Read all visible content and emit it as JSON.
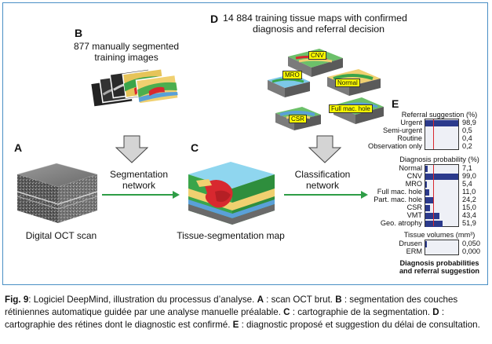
{
  "labels": {
    "A": "A",
    "B": "B",
    "C": "C",
    "D": "D",
    "E": "E"
  },
  "panel_b": {
    "title_line1": "877 manually segmented",
    "title_line2": "training images"
  },
  "panel_d": {
    "title_line1": "14 884 training tissue maps with confirmed",
    "title_line2": "diagnosis and referral decision",
    "tags": [
      "CNV",
      "MRO",
      "Normal",
      "Full mac. hole",
      "CSR"
    ]
  },
  "panel_a": {
    "caption": "Digital OCT scan"
  },
  "panel_c": {
    "caption": "Tissue-segmentation map"
  },
  "arrows": {
    "segmentation_line1": "Segmentation",
    "segmentation_line2": "network",
    "classification_line1": "Classification",
    "classification_line2": "network"
  },
  "panel_e": {
    "referral_title": "Referral suggestion (%)",
    "referral_rows": [
      {
        "label": "Urgent",
        "value": "98,9",
        "fraction": 0.989
      },
      {
        "label": "Semi-urgent",
        "value": "0,5",
        "fraction": 0.005
      },
      {
        "label": "Routine",
        "value": "0,4",
        "fraction": 0.004
      },
      {
        "label": "Observation only",
        "value": "0,2",
        "fraction": 0.002
      }
    ],
    "diagnosis_title": "Diagnosis probability (%)",
    "diagnosis_rows": [
      {
        "label": "Normal",
        "value": "7,1",
        "fraction": 0.071
      },
      {
        "label": "CNV",
        "value": "99,0",
        "fraction": 0.99
      },
      {
        "label": "MRO",
        "value": "5,4",
        "fraction": 0.054
      },
      {
        "label": "Full mac. hole",
        "value": "11,0",
        "fraction": 0.11
      },
      {
        "label": "Part. mac. hole",
        "value": "24,2",
        "fraction": 0.242
      },
      {
        "label": "CSR",
        "value": "15,0",
        "fraction": 0.15
      },
      {
        "label": "VMT",
        "value": "43,4",
        "fraction": 0.434
      },
      {
        "label": "Geo. atrophy",
        "value": "51,9",
        "fraction": 0.519
      }
    ],
    "volume_title": "Tissue volumes (mm³)",
    "volume_rows": [
      {
        "label": "Drusen",
        "value": "0,050",
        "fraction": 0.05
      },
      {
        "label": "ERM",
        "value": "0,000",
        "fraction": 0.0
      }
    ],
    "footer_line1": "Diagnosis probabilities",
    "footer_line2": "and referral suggestion"
  },
  "caption": {
    "fig": "Fig. 9",
    "text_html_parts": [
      ": Logiciel DeepMind, illustration du processus d’analyse. ",
      "A",
      " : scan OCT brut. ",
      "B",
      " : segmentation des couches rétiniennes automatique guidée par une analyse manuelle préalable. ",
      "C",
      " : cartographie de la segmentation. ",
      "D",
      " : cartographie des rétines dont le diagnostic est confirmé. ",
      "E",
      " : diagnostic proposé et suggestion du délai de consultation."
    ]
  },
  "colors": {
    "frame": "#4a8fc5",
    "green_arrow": "#2e9d46",
    "bar": "#2b3a8c",
    "redline": "#d8282f"
  }
}
